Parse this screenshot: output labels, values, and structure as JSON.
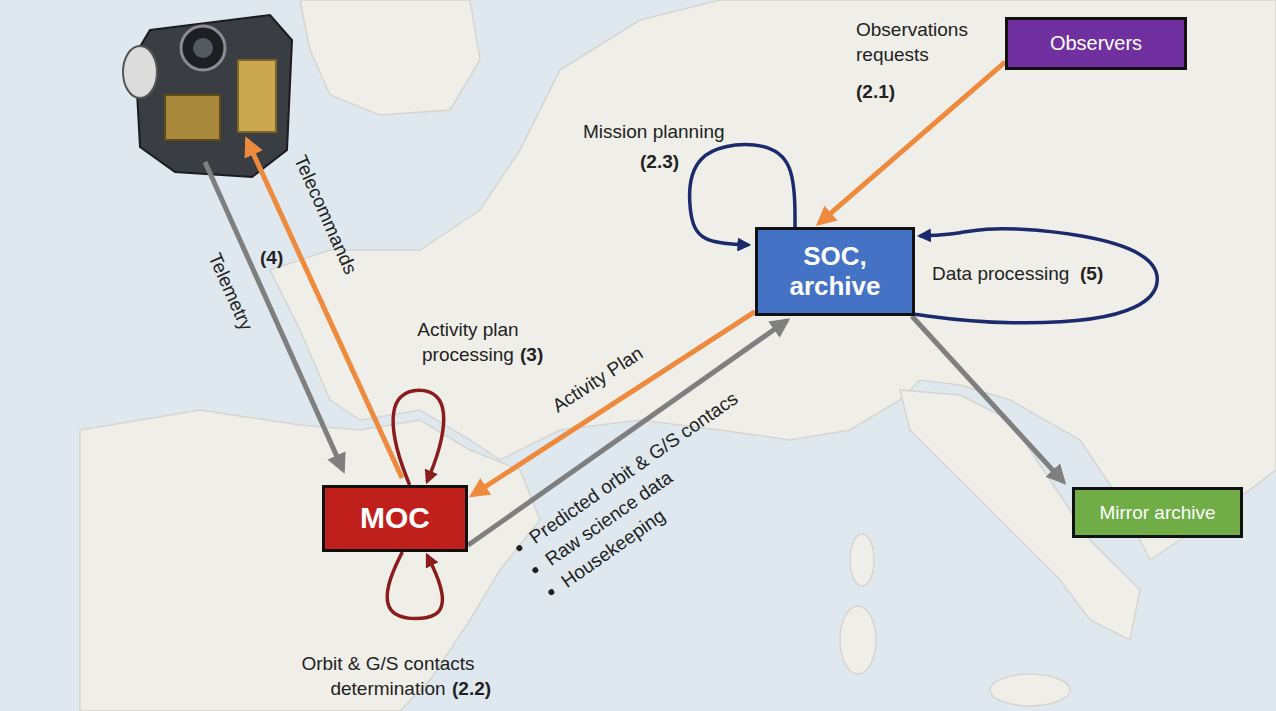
{
  "diagram": {
    "nodes": [
      {
        "text": [
          "Observers"
        ]
      },
      {
        "text": [
          "SOC, archive"
        ]
      },
      {
        "text": [
          "MOC"
        ]
      },
      {
        "text": [
          "Mirror archive"
        ]
      }
    ],
    "edges": [
      {
        "from": 0,
        "to": 1,
        "arrow": "to",
        "label": "Observations requests"
      },
      {
        "from": 1,
        "to": 1,
        "arrow": "to",
        "label": "Mission planning"
      },
      {
        "from": 1,
        "to": 1,
        "arrow": "to",
        "label": "Data processing"
      },
      {
        "from": 2,
        "to": 2,
        "arrow": "to",
        "label": "Activity plan processing"
      },
      {
        "from": 1,
        "to": 2,
        "arrow": "to",
        "label": "Activity Plan"
      },
      {
        "from": 2,
        "to": 1,
        "arrow": "to"
      },
      {
        "from": 2,
        "to": 2,
        "arrow": "to",
        "label": "Orbit & G/S contacts determination"
      },
      {
        "from": 1,
        "to": 3,
        "arrow": "to"
      }
    ],
    "labels": [
      "(2.1)",
      "(2.3)",
      "(5)",
      "Telecommands",
      "(4)",
      "Telemetry",
      "(3)",
      "Predicted orbit & G/S contacs",
      "Raw science data",
      "Housekeeping",
      "(2.2)"
    ]
  }
}
